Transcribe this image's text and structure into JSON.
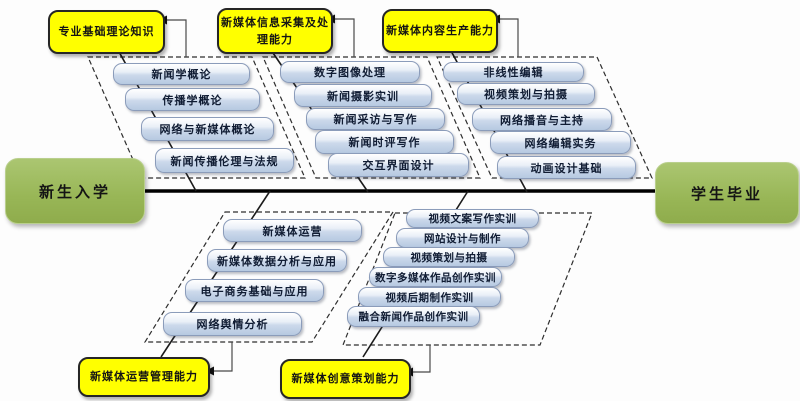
{
  "diagram": {
    "type": "fishbone-curriculum-map",
    "milestones": {
      "start": "新生入学",
      "end": "学生毕业"
    },
    "competencies": {
      "top": [
        "专业基础理论知识",
        "新媒体信息采集及处理能力",
        "新媒体内容生产能力"
      ],
      "bottom": [
        "新媒体运营管理能力",
        "新媒体创意策划能力"
      ]
    },
    "groups": {
      "basic_theory": [
        "新闻学概论",
        "传播学概论",
        "网络与新媒体概论",
        "新闻传播伦理与法规"
      ],
      "info_processing": [
        "数字图像处理",
        "新闻摄影实训",
        "新闻采访与写作",
        "新闻时评写作",
        "交互界面设计"
      ],
      "content_production": [
        "非线性编辑",
        "视频策划与拍摄",
        "网络播音与主持",
        "网络编辑实务",
        "动画设计基础"
      ],
      "operation_management": [
        "新媒体运营",
        "新媒体数据分析与应用",
        "电子商务基础与应用",
        "网络舆情分析"
      ],
      "creative_planning": [
        "视频文案写作实训",
        "网站设计与制作",
        "视频策划与拍摄",
        "数字多媒体作品创作实训",
        "视频后期制作实训",
        "融合新闻作品创作实训"
      ]
    },
    "colors": {
      "competency_fill": "#ffff00",
      "course_fill_top": "#f3f7fb",
      "course_fill_bottom": "#b6c9e1",
      "milestone_fill": "#9bbb59",
      "line": "#1a1a1a"
    }
  }
}
